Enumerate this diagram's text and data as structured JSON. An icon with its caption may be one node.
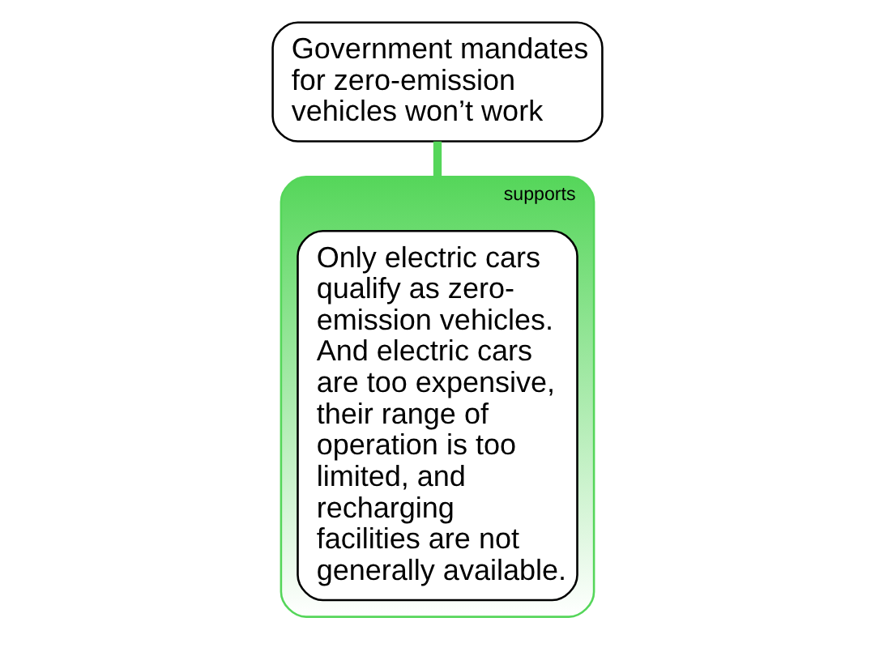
{
  "diagram": {
    "nodes": [
      {
        "text": [
          "Government mandates for zero-emission vehicles won’t work"
        ]
      },
      {
        "text": [
          "supports"
        ]
      },
      {
        "text": [
          "Only electric cars qualify as zero-emission vehicles. And electric cars are too expensive, their range of operation is too limited, and recharging facilities are not generally available."
        ],
        "in": 1
      }
    ],
    "edges": [
      {
        "from": 1,
        "to": 0,
        "arrow": "none",
        "color": "#55d65a"
      }
    ]
  }
}
